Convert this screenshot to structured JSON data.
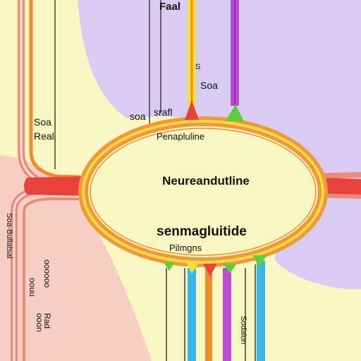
{
  "diagram": {
    "labels": {
      "top_right_label": "Faal",
      "top_pathway_label": "Soa",
      "top_pathway_small": "S",
      "left_label_line1": "Soa",
      "left_label_line2": "Real",
      "mid_left_label": "soa",
      "mid_left_label2": "srafl",
      "membrane_top_label": "Penapluline",
      "center_title": "Neureandutline",
      "center_subtitle": "senmagluitide",
      "lower_label": "Pilmgns",
      "vertical_left": "Soa-Bullatsal",
      "column_text_1": "oooooo",
      "column_text_2": "oouu",
      "column_text_3": "ooon",
      "column_text_4": "Rad",
      "vertical_right": "Sodalon"
    },
    "colors": {
      "background": "#fbf7c4",
      "lavender": "#d9ccf2",
      "pink": "#f7cfc4",
      "cell_fill": "#f8f6c1",
      "membrane_orange": "#ef9a3a",
      "membrane_yellow": "#f5d84a",
      "red": "#e8423a",
      "orange": "#f08a2a",
      "yellow": "#f2e23a",
      "magenta": "#c04ad6",
      "green": "#5ccf3a",
      "blue": "#39b6ec",
      "salmon": "#ee8a7a"
    }
  }
}
